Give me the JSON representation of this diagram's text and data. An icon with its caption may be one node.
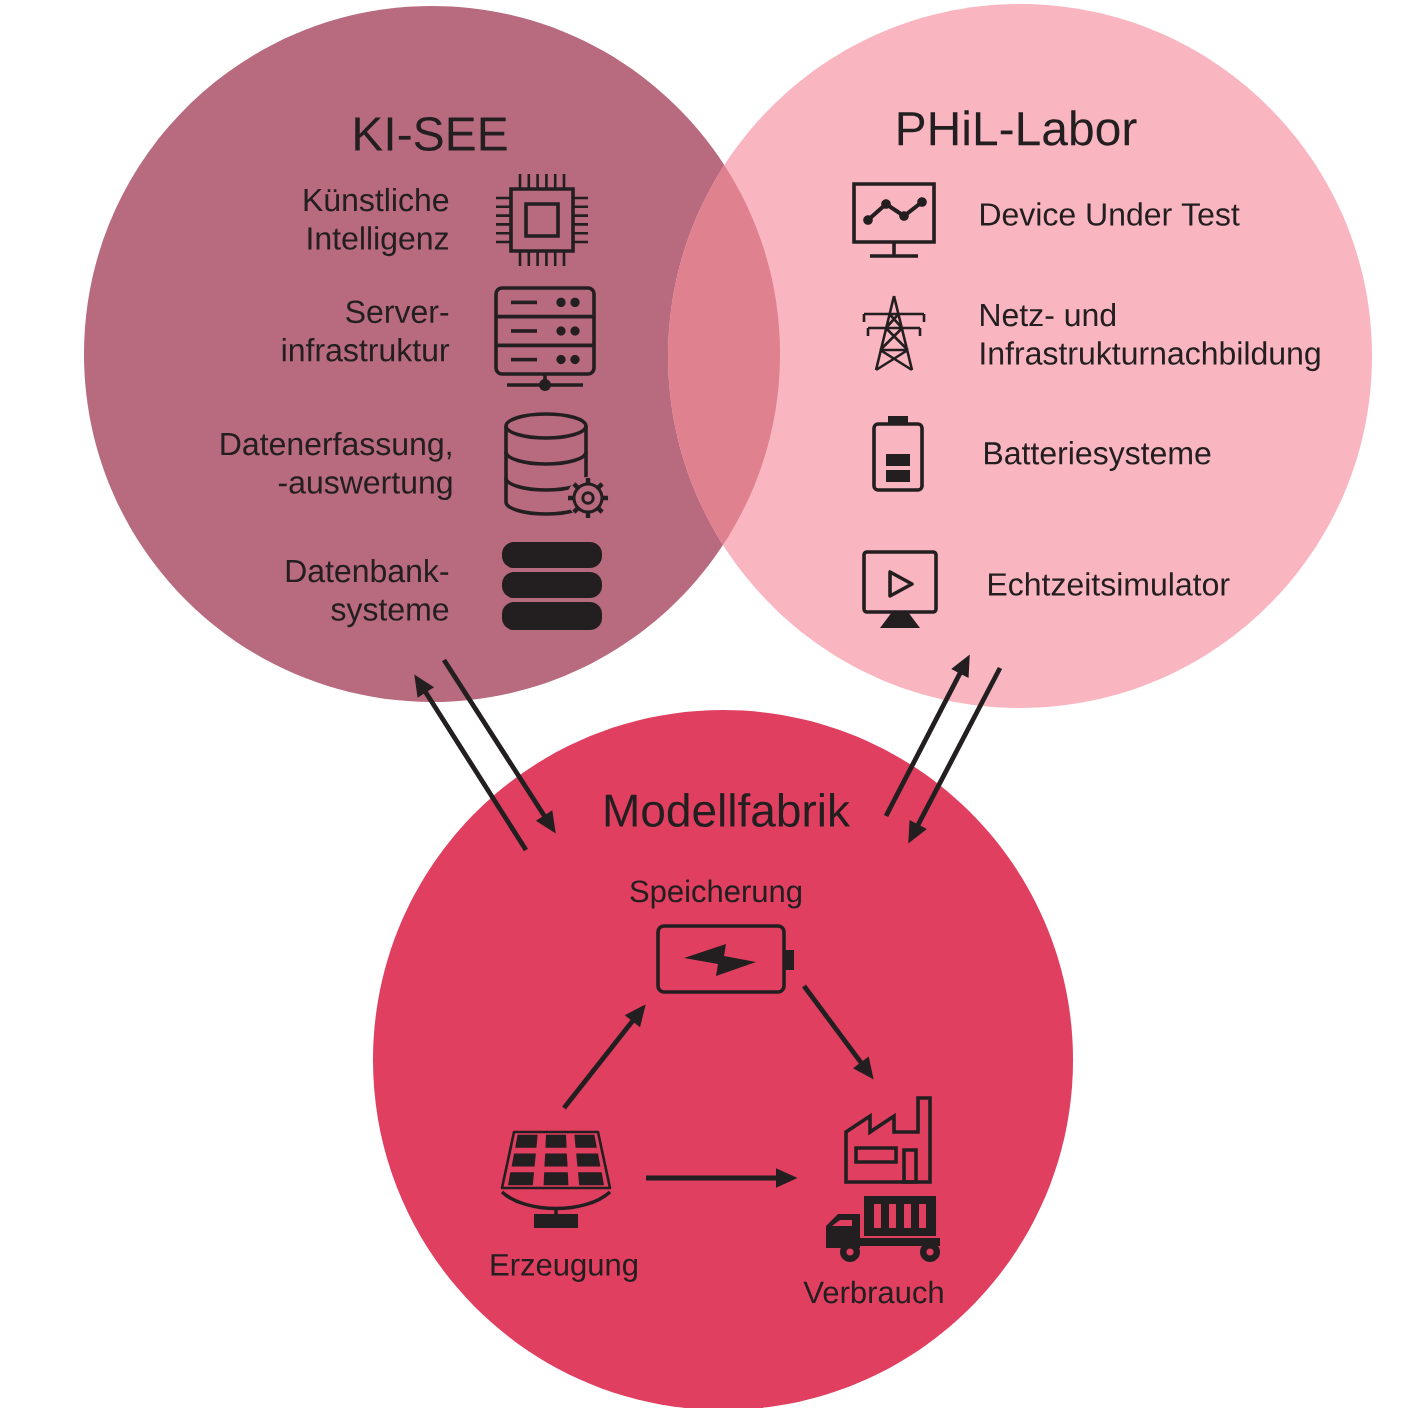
{
  "diagram": {
    "nodes": [
      {
        "text": [
          "KI-SEE",
          "Künstliche Intelligenz",
          "Server- infrastruktur",
          "Datenerfassung, -auswertung",
          "Datenbank- systeme"
        ]
      },
      {
        "text": [
          "PHiL-Labor",
          "Device Under Test",
          "Netz- und Infrastrukturnachbildung",
          "Batteriesysteme",
          "Echtzeitsimulator"
        ]
      },
      {
        "text": [
          "Modellfabrik"
        ]
      },
      {
        "text": [
          "Speicherung"
        ],
        "in": 2
      },
      {
        "text": [
          "Erzeugung"
        ],
        "in": 2
      },
      {
        "text": [
          "Verbrauch"
        ],
        "in": 2
      }
    ],
    "edges": [
      {
        "from": 0,
        "to": 2,
        "arrow": "to"
      },
      {
        "from": 2,
        "to": 0,
        "arrow": "to"
      },
      {
        "from": 1,
        "to": 2,
        "arrow": "to"
      },
      {
        "from": 2,
        "to": 1,
        "arrow": "to"
      },
      {
        "from": 4,
        "to": 3,
        "arrow": "to"
      },
      {
        "from": 3,
        "to": 5,
        "arrow": "to"
      },
      {
        "from": 4,
        "to": 5,
        "arrow": "to"
      }
    ]
  }
}
